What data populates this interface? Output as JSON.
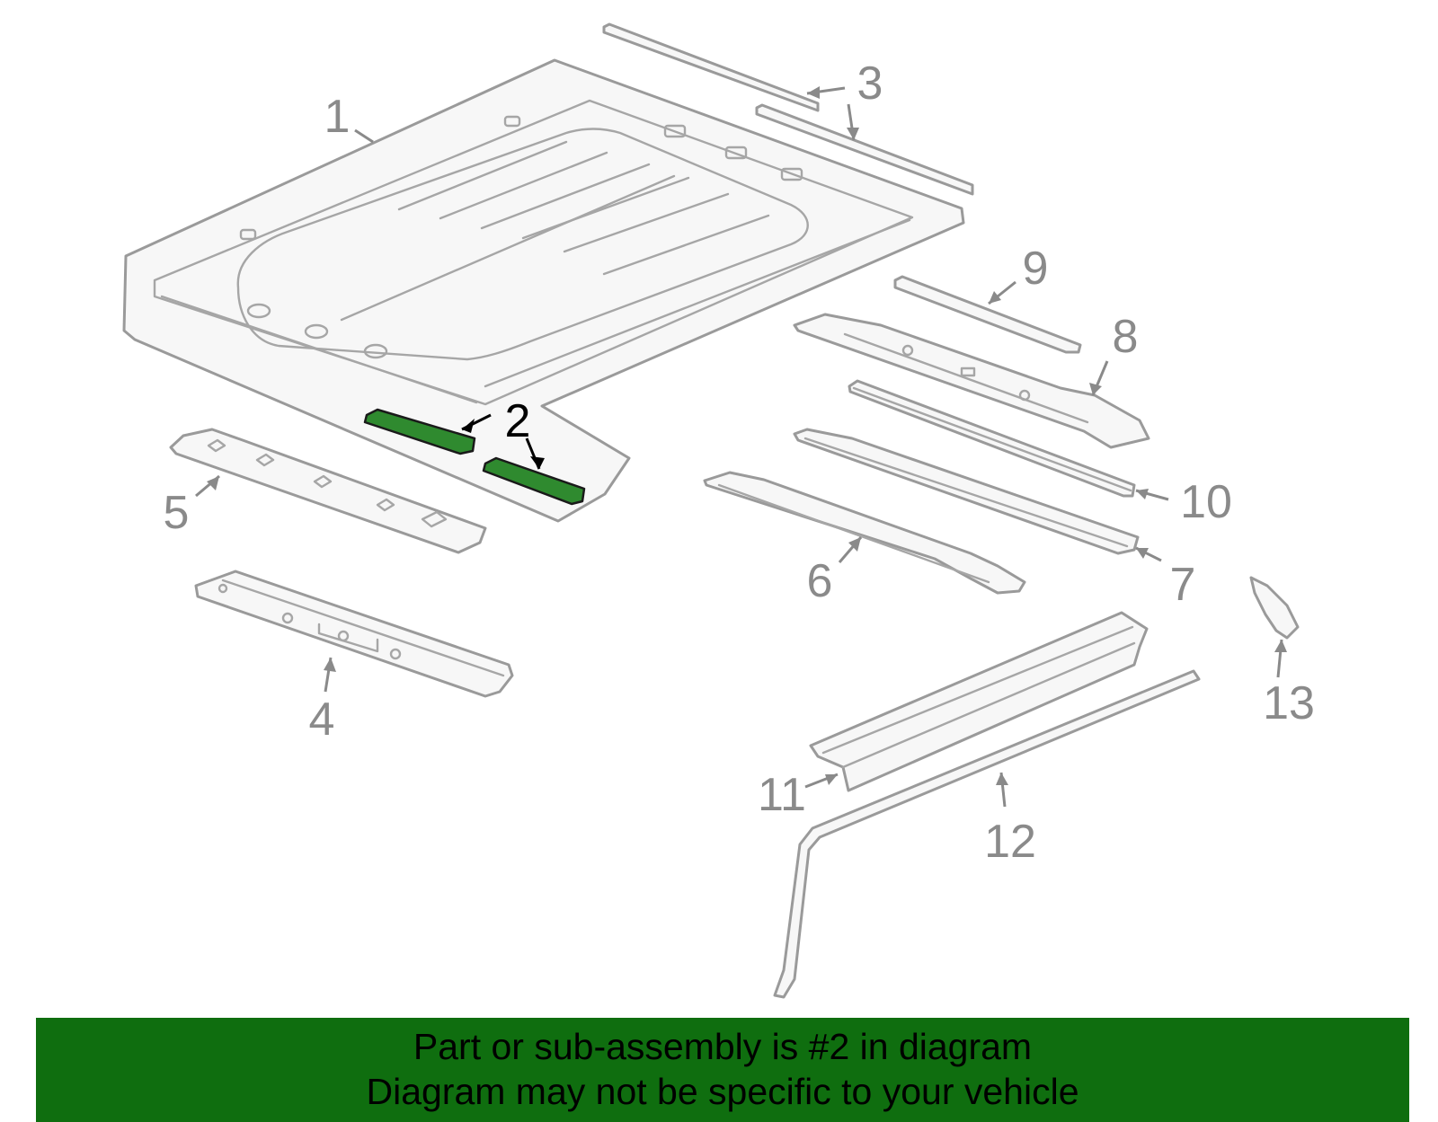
{
  "callouts": [
    {
      "label": "1",
      "highlighted": false
    },
    {
      "label": "2",
      "highlighted": true
    },
    {
      "label": "3",
      "highlighted": false
    },
    {
      "label": "4",
      "highlighted": false
    },
    {
      "label": "5",
      "highlighted": false
    },
    {
      "label": "6",
      "highlighted": false
    },
    {
      "label": "7",
      "highlighted": false
    },
    {
      "label": "8",
      "highlighted": false
    },
    {
      "label": "9",
      "highlighted": false
    },
    {
      "label": "10",
      "highlighted": false
    },
    {
      "label": "11",
      "highlighted": false
    },
    {
      "label": "12",
      "highlighted": false
    },
    {
      "label": "13",
      "highlighted": false
    }
  ],
  "colors": {
    "highlight_part": "#2f8a2f",
    "banner": "#0f6e0f",
    "line_art": "#9a9a9a",
    "callout_text": "#8a8a8a"
  },
  "banner": {
    "line1": "Part or sub-assembly is #2 in diagram",
    "line2": "Diagram may not be specific to your vehicle"
  }
}
